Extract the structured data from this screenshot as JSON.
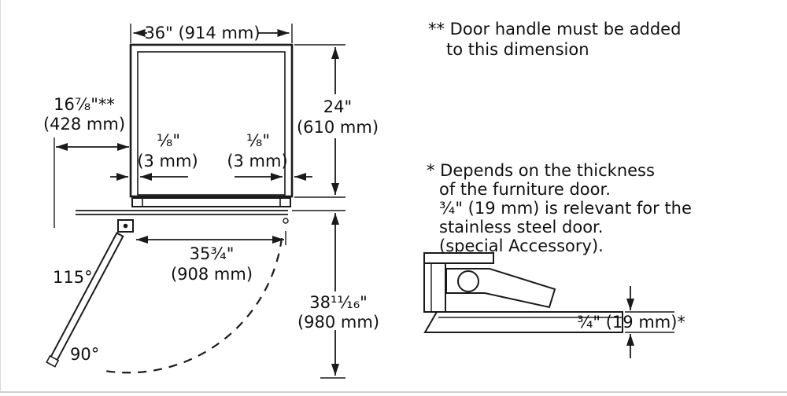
{
  "figure": {
    "kind": "appliance-installation-dimension-diagram"
  },
  "colors": {
    "line": "#1a1a1a",
    "text": "#111111",
    "background": "#ffffff"
  },
  "dims": {
    "top_width": "36\" (914 mm)",
    "depth_in": "24\"",
    "depth_mm": "(610 mm)",
    "open_door_in": "16⁷⁄₈\"**",
    "open_door_mm": "(428 mm)",
    "gap_left_in": "¹⁄₈\"",
    "gap_left_mm": "(3 mm)",
    "gap_right_in": "¹⁄₈\"",
    "gap_right_mm": "(3 mm)",
    "door_width_in": "35³⁄₄\"",
    "door_width_mm": "(908 mm)",
    "swing_depth_in": "38¹¹⁄₁₆\"",
    "swing_depth_mm": "(980 mm)",
    "open_angle": "115°",
    "right_angle": "90°",
    "panel_thickness": "³⁄₄\" (19 mm)*"
  },
  "notes": {
    "handle": [
      "** Door handle must be added",
      "to this dimension"
    ],
    "thickness": [
      "* Depends on the thickness",
      "of the furniture door.",
      "³⁄₄\" (19 mm) is relevant for the",
      "stainless steel door.",
      "(special Accessory)."
    ]
  }
}
